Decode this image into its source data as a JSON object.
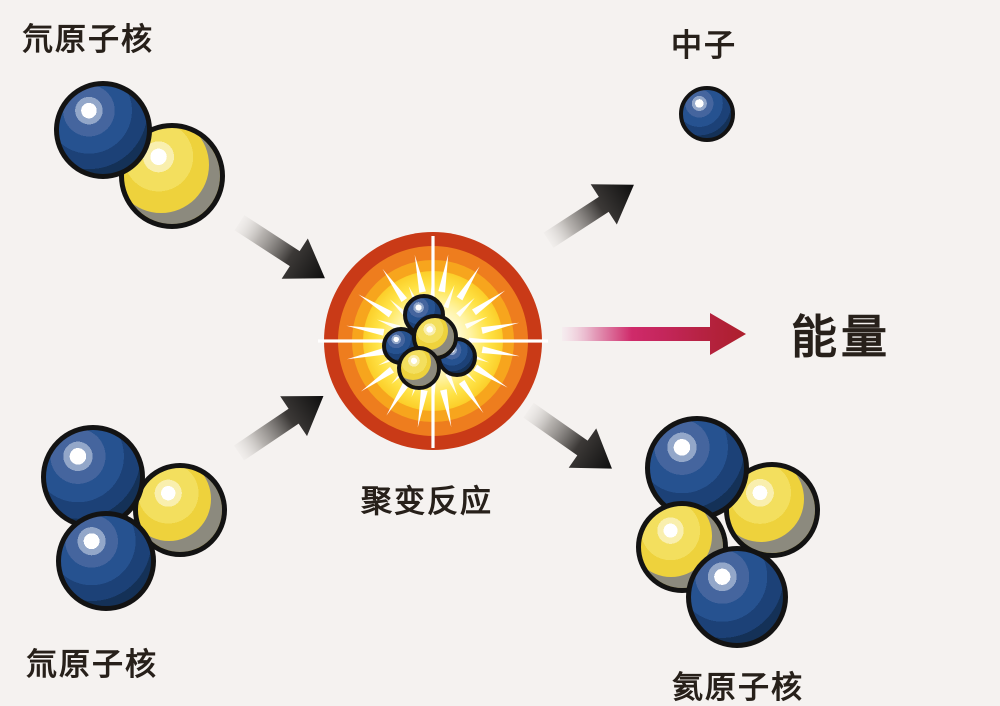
{
  "diagram": {
    "type": "nuclear-fusion-reaction",
    "labels": {
      "deuterium": "氘原子核",
      "tritium": "氚原子核",
      "neutron": "中子",
      "fusion": "聚变反应",
      "energy": "能量",
      "helium": "氦原子核"
    },
    "particles": {
      "deuterium": {
        "blue_spheres": 1,
        "yellow_spheres": 1
      },
      "tritium": {
        "blue_spheres": 2,
        "yellow_spheres": 1
      },
      "fusion_core": {
        "blue_spheres": 3,
        "yellow_spheres": 2
      },
      "neutron": {
        "blue_spheres": 1,
        "yellow_spheres": 0
      },
      "helium": {
        "blue_spheres": 2,
        "yellow_spheres": 2
      }
    },
    "colors": {
      "background": "#f5f2f0",
      "text": "#27201a",
      "particle_blue": "#265290",
      "particle_yellow": "#eed23c",
      "particle_outline": "#131313",
      "burst_ring_outer": "#c93a17",
      "burst_ring_orange": "#ee7d1e",
      "burst_ring_amber": "#f7a51d",
      "burst_core_pale": "#fff7cc",
      "arrow_black": "#0e0e0e",
      "energy_arrow_pink": "#cf2a6a",
      "energy_arrow_red": "#ad1f2c"
    }
  }
}
